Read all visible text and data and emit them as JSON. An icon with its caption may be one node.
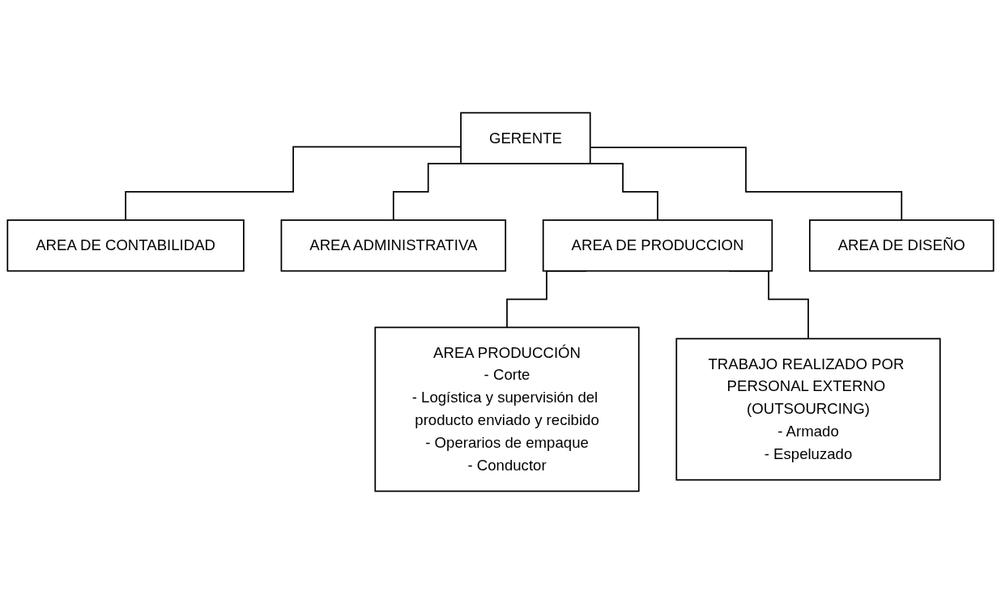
{
  "diagram": {
    "nodes": [
      {
        "text": [
          "GERENTE"
        ]
      },
      {
        "text": [
          "AREA DE CONTABILIDAD"
        ]
      },
      {
        "text": [
          "AREA ADMINISTRATIVA"
        ]
      },
      {
        "text": [
          "AREA DE PRODUCCION"
        ]
      },
      {
        "text": [
          "AREA DE DISEÑO"
        ]
      },
      {
        "text": [
          "AREA PRODUCCIÓN",
          "- Corte",
          "- Logística y supervisión del producto enviado y recibido",
          "- Operarios de empaque",
          "- Conductor"
        ]
      },
      {
        "text": [
          "TRABAJO REALIZADO POR PERSONAL EXTERNO (OUTSOURCING)",
          "- Armado",
          "- Espeluzado"
        ]
      }
    ],
    "edges": [
      {
        "from": 0,
        "to": 1,
        "arrow": "none"
      },
      {
        "from": 0,
        "to": 2,
        "arrow": "none"
      },
      {
        "from": 0,
        "to": 3,
        "arrow": "none"
      },
      {
        "from": 0,
        "to": 4,
        "arrow": "none"
      },
      {
        "from": 3,
        "to": 5,
        "arrow": "none"
      },
      {
        "from": 3,
        "to": 6,
        "arrow": "none"
      }
    ]
  }
}
